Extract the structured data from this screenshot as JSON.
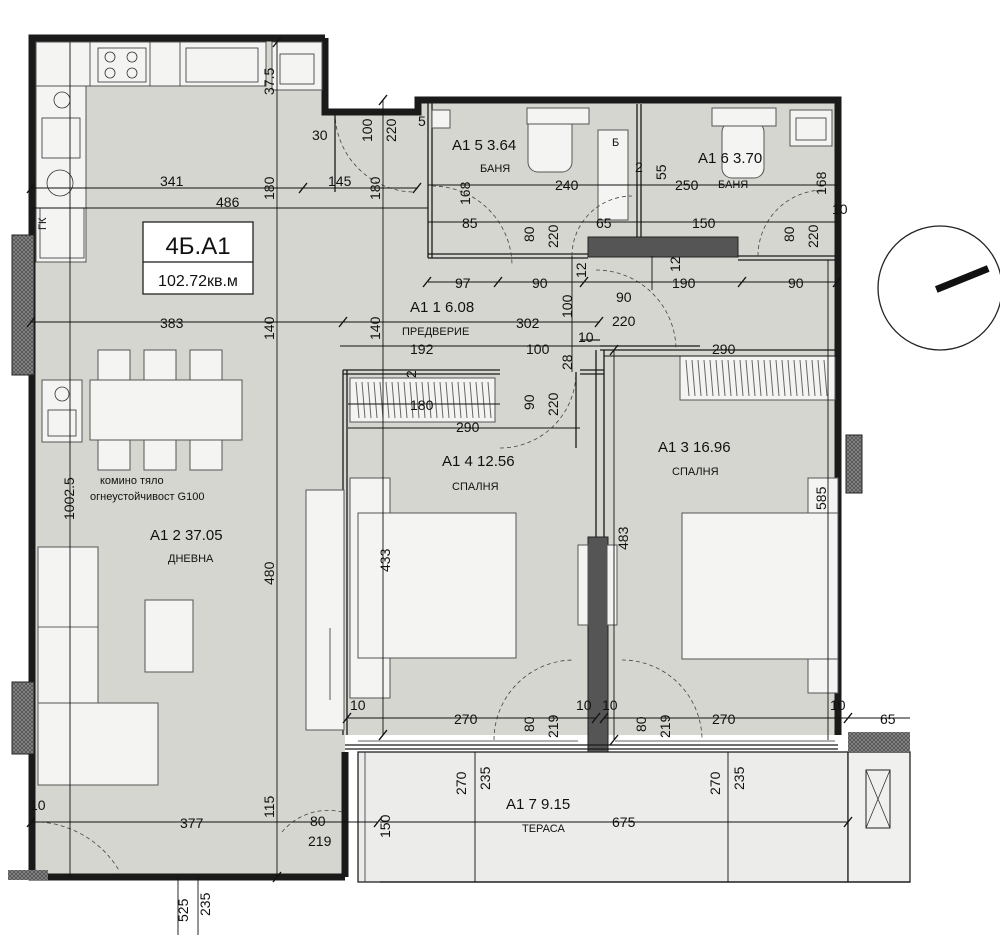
{
  "apartment": {
    "code": "4Б.А1",
    "area": "102.72кв.м"
  },
  "rooms": {
    "entry": {
      "id": "А1 1  6.08",
      "name": "ПРЕДВЕРИЕ"
    },
    "living": {
      "id": "А1 2 37.05",
      "name": "ДНЕВНА"
    },
    "bed3": {
      "id": "А1 3 16.96",
      "name": "СПАЛНЯ"
    },
    "bed4": {
      "id": "А1 4 12.56",
      "name": "СПАЛНЯ"
    },
    "bath5": {
      "id": "А1 5 3.64",
      "name": "БАНЯ"
    },
    "bath6": {
      "id": "А1 6 3.70",
      "name": "БАНЯ"
    },
    "terrace": {
      "id": "А1 7 9.15",
      "name": "ТЕРАСА"
    }
  },
  "chimney_note": {
    "line1": "комино тяло",
    "line2": "огнеустойчивост G100"
  },
  "kitchen_labels": {
    "fridge": "ГК",
    "sink": "Б"
  },
  "dimensions": {
    "d341": "341",
    "d486": "486",
    "d145": "145",
    "d180a": "180",
    "d180b": "180",
    "d375": "37.5",
    "d30": "30",
    "d100a": "100",
    "d220a": "220",
    "d5": "5",
    "d168a": "168",
    "d240": "240",
    "d2": "2",
    "d55": "55",
    "d250": "250",
    "d168b": "168",
    "d85": "85",
    "d80a": "80",
    "d220b": "220",
    "d65a": "65",
    "d150a": "150",
    "d80b": "80",
    "d220c": "220",
    "d10a": "10",
    "d12a": "12",
    "d12b": "12",
    "d97": "97",
    "d90a": "90",
    "d190": "190",
    "d90b": "90",
    "d140a": "140",
    "d140b": "140",
    "d100b": "100",
    "d90c": "90",
    "d220d": "220",
    "d383": "383",
    "d302": "302",
    "d10b": "10",
    "d192": "192",
    "d100c": "100",
    "d28": "28",
    "d290a": "290",
    "d2b": "2",
    "d180c": "180",
    "d90d": "90",
    "d220e": "220",
    "d290b": "290",
    "d1002": "1002.5",
    "d585": "585",
    "d433": "433",
    "d483": "483",
    "d480": "480",
    "d10c": "10",
    "d270a": "270",
    "d80c": "80",
    "d219a": "219",
    "d10d": "10",
    "d10e": "10",
    "d80d": "80",
    "d219b": "219",
    "d270b": "270",
    "d10f": "10",
    "d65b": "65",
    "d270c": "270",
    "d235a": "235",
    "d270d": "270",
    "d235b": "235",
    "d10g": "10",
    "d377": "377",
    "d115": "115",
    "d80e": "80",
    "d219c": "219",
    "d150b": "150",
    "d675": "675",
    "d525": "525",
    "d235c": "235"
  },
  "compass": {
    "needle_angle_deg": -22
  }
}
